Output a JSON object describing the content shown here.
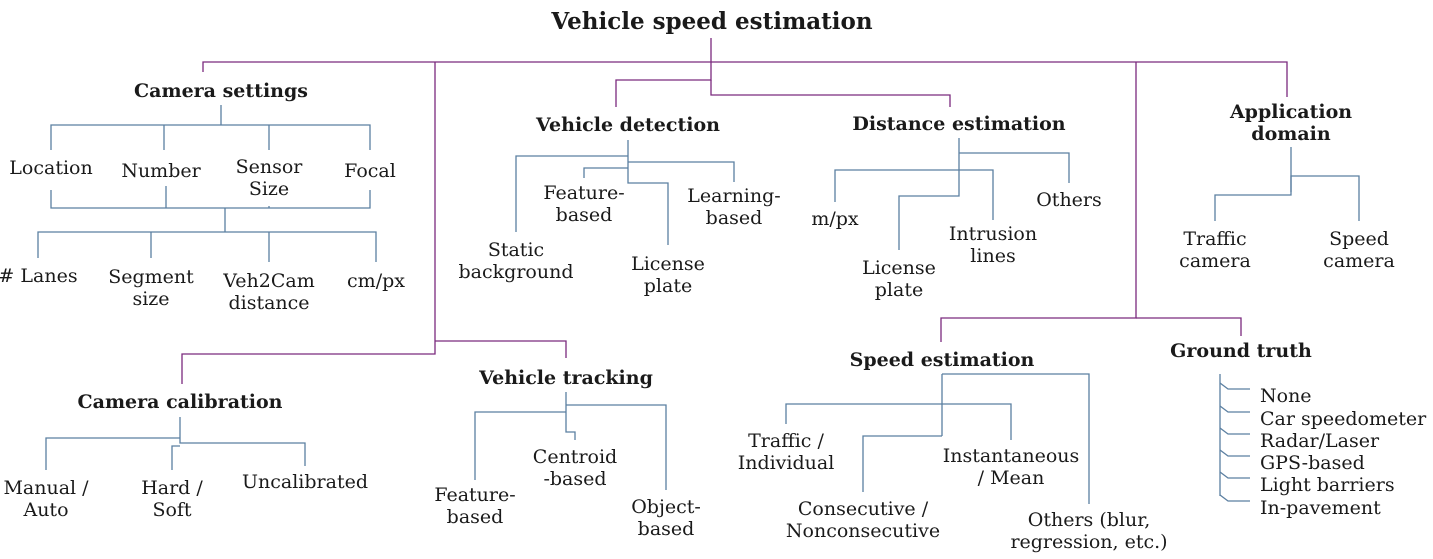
{
  "title": "Vehicle speed estimation",
  "colors": {
    "trunk": "#7b2a7e",
    "branch": "#5b7fa1",
    "text": "#1a1a1a"
  },
  "camera_settings": {
    "label": "Camera settings",
    "row1": [
      "Location",
      "Number",
      "Sensor\nSize",
      "Focal"
    ],
    "row2": [
      "# Lanes",
      "Segment\nsize",
      "Veh2Cam\ndistance",
      "cm/px"
    ]
  },
  "vehicle_detection": {
    "label": "Vehicle detection",
    "items": [
      "Static\nbackground",
      "Feature-\nbased",
      "License\nplate",
      "Learning-\nbased"
    ]
  },
  "distance_estimation": {
    "label": "Distance estimation",
    "items": [
      "m/px",
      "License\nplate",
      "Intrusion\nlines",
      "Others"
    ]
  },
  "application_domain": {
    "label": "Application\ndomain",
    "items": [
      "Traffic\ncamera",
      "Speed\ncamera"
    ]
  },
  "camera_calibration": {
    "label": "Camera calibration",
    "items": [
      "Manual /\nAuto",
      "Hard /\nSoft",
      "Uncalibrated"
    ]
  },
  "vehicle_tracking": {
    "label": "Vehicle tracking",
    "items": [
      "Feature-\nbased",
      "Centroid\n-based",
      "Object-\nbased"
    ]
  },
  "speed_estimation": {
    "label": "Speed estimation",
    "items": [
      "Traffic /\nIndividual",
      "Consecutive /\nNonconsecutive",
      "Instantaneous\n/ Mean",
      "Others (blur,\nregression, etc.)"
    ]
  },
  "ground_truth": {
    "label": "Ground truth",
    "items": [
      "None",
      "Car speedometer",
      "Radar/Laser",
      "GPS-based",
      "Light barriers",
      "In-pavement"
    ]
  }
}
